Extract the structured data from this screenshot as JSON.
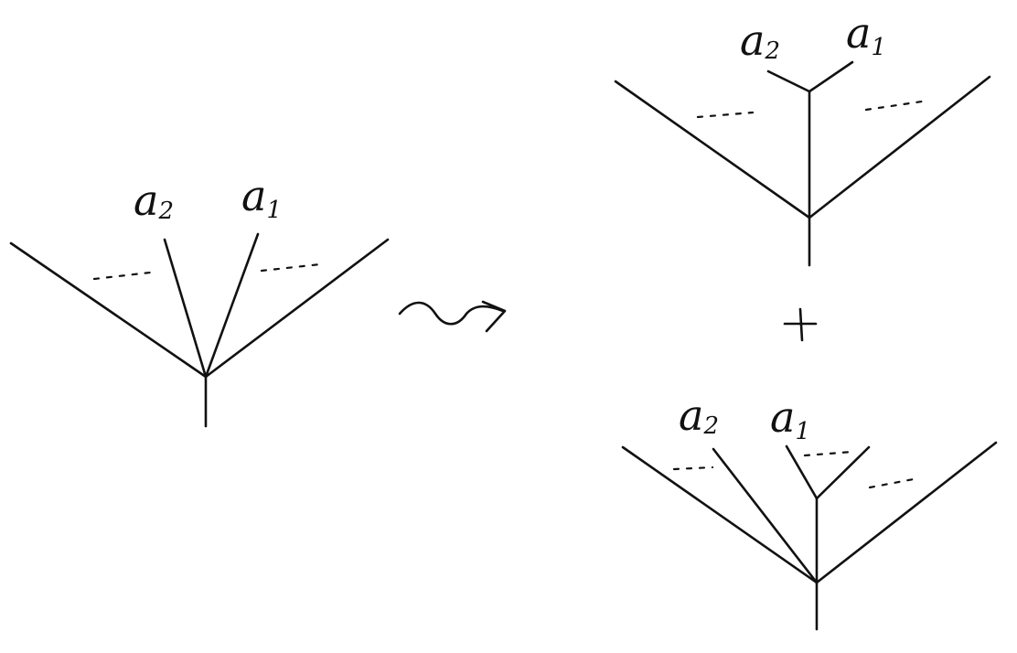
{
  "diagram": {
    "left_tree": {
      "labels": [
        {
          "main": "a",
          "sub": "2"
        },
        {
          "main": "a",
          "sub": "1"
        }
      ]
    },
    "arrow": "↝",
    "right_top_tree": {
      "labels": [
        {
          "main": "a",
          "sub": "2"
        },
        {
          "main": "a",
          "sub": "1"
        }
      ]
    },
    "plus": "+",
    "right_bottom_tree": {
      "labels": [
        {
          "main": "a",
          "sub": "2"
        },
        {
          "main": "a",
          "sub": "1"
        }
      ]
    }
  }
}
